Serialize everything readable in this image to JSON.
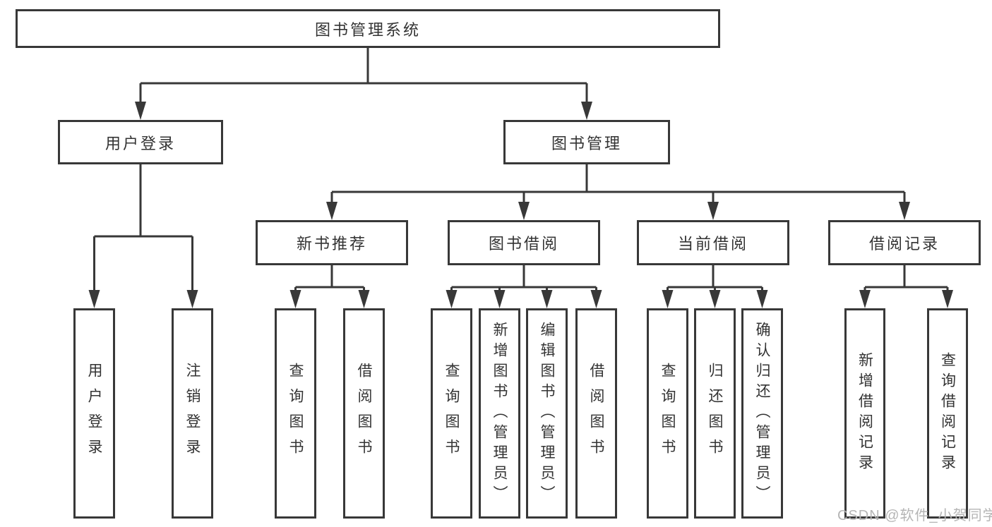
{
  "diagram": {
    "title": "图书管理系统",
    "branches": [
      {
        "label": "用户登录",
        "children": [
          "用户登录",
          "注销登录"
        ]
      },
      {
        "label": "图书管理",
        "modules": [
          {
            "label": "新书推荐",
            "children": [
              "查询图书",
              "借阅图书"
            ]
          },
          {
            "label": "图书借阅",
            "children": [
              "查询图书",
              "新增图书（管理员）",
              "编辑图书（管理员）",
              "借阅图书"
            ]
          },
          {
            "label": "当前借阅",
            "children": [
              "查询图书",
              "归还图书",
              "确认归还（管理员）"
            ]
          },
          {
            "label": "借阅记录",
            "children": [
              "新增借阅记录",
              "查询借阅记录"
            ]
          }
        ]
      }
    ]
  },
  "watermark": "CSDN @软件_小贺同学",
  "colors": {
    "line": "#383838",
    "text": "#333333",
    "watermark": "#b5b5b5",
    "background": "#ffffff"
  }
}
